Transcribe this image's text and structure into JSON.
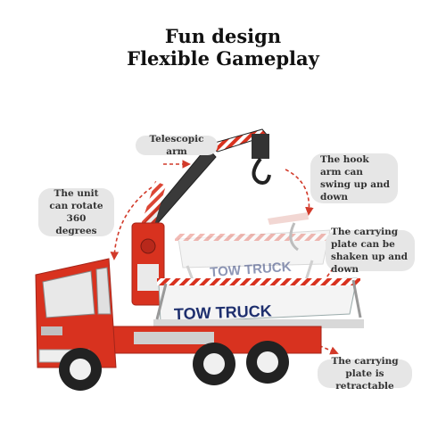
{
  "heading": {
    "line1": "Fun design",
    "line2": "Flexible Gameplay"
  },
  "callouts": {
    "telescopic": "Telescopic arm",
    "hook": "The hook arm can swing up and down",
    "rotate": "The unit can rotate 360 degrees",
    "carrying_shake": "The carrying plate can be shaken up and down",
    "carrying_retract": "The carrying plate is retractable"
  },
  "truck": {
    "label_main": "TOW TRUCK",
    "label_ghost": "TOW TRUCK"
  },
  "colors": {
    "cab_red": "#d8321f",
    "arrow_red": "#d23a2a",
    "body_white": "#f4f4f4"
  }
}
